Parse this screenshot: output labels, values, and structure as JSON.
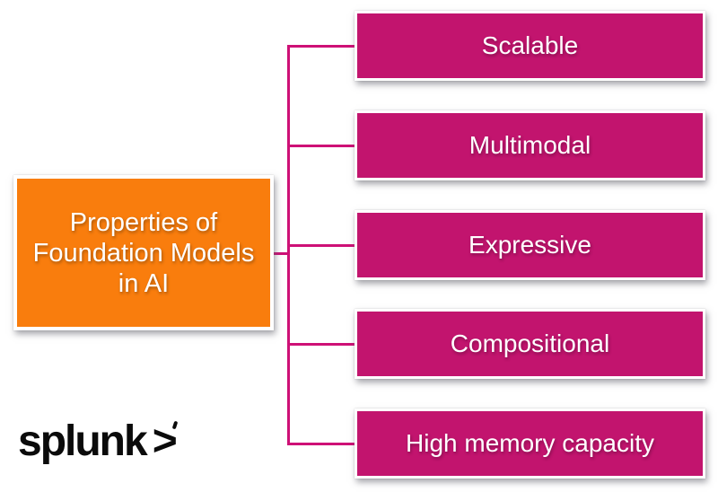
{
  "colors": {
    "background": "#FFFFFF",
    "root-fill": "#F97D0D",
    "node-fill": "#C2146E",
    "connector": "#CE1076",
    "node-text": "#FFFFFF",
    "brand": "#0B0B0B"
  },
  "diagram": {
    "root": {
      "label": "Properties of Foundation Models in AI",
      "lines": [
        "Properties of",
        "Foundation Models",
        "in AI"
      ]
    },
    "nodes": [
      {
        "label": "Scalable"
      },
      {
        "label": "Multimodal"
      },
      {
        "label": "Expressive"
      },
      {
        "label": "Compositional"
      },
      {
        "label": "High memory capacity"
      }
    ]
  },
  "footer": {
    "brand": "splunk",
    "chevron": ">"
  }
}
